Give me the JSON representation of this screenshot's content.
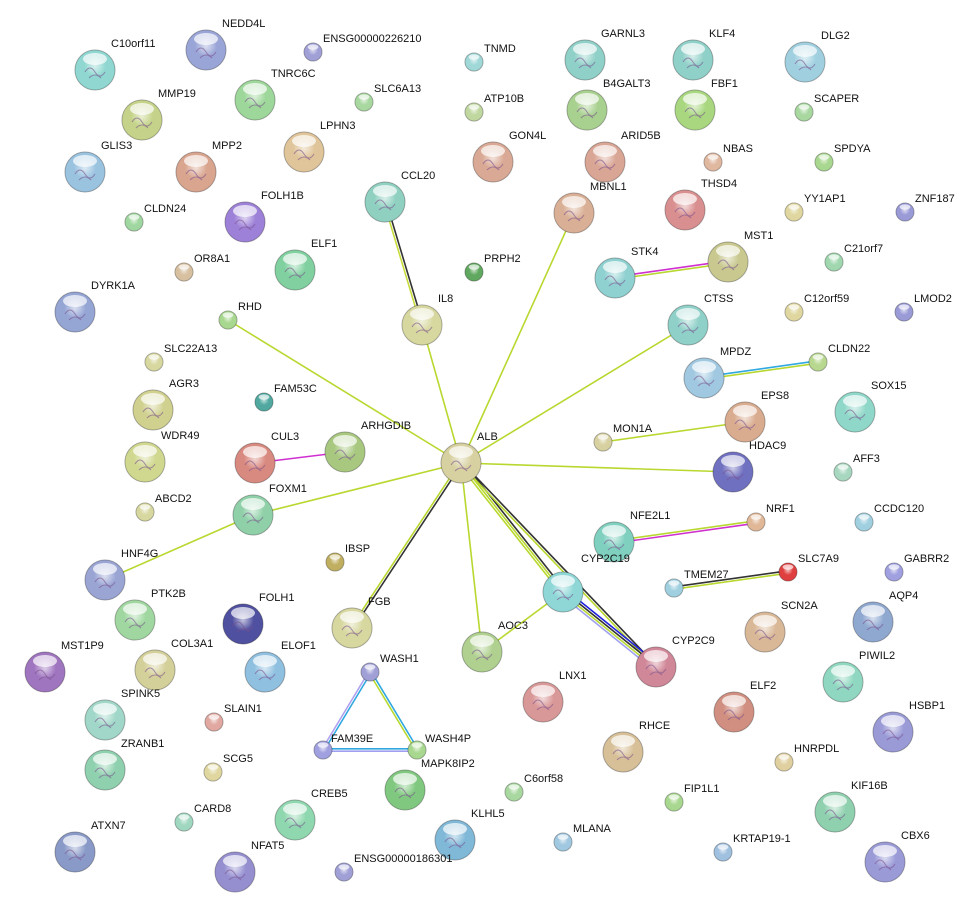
{
  "nodes": [
    {
      "label": "C10orf11",
      "color": "#8fd8d0"
    },
    {
      "label": "NEDD4L",
      "color": "#9aa5d8"
    },
    {
      "label": "TNRC6C",
      "color": "#9ed89a"
    },
    {
      "label": "MMP19",
      "color": "#c5d38a"
    },
    {
      "label": "GLIS3",
      "color": "#9ac3e0"
    },
    {
      "label": "MPP2",
      "color": "#d9a590"
    },
    {
      "label": "LPHN3",
      "color": "#e0c59a"
    },
    {
      "label": "FOLH1B",
      "color": "#9d80d8"
    },
    {
      "label": "ELF1",
      "color": "#80d0a0"
    },
    {
      "label": "DYRK1A",
      "color": "#95a5d5"
    },
    {
      "label": "AGR3",
      "color": "#d0d090"
    },
    {
      "label": "WDR49",
      "color": "#d0d890"
    },
    {
      "label": "CUL3",
      "color": "#d98a80"
    },
    {
      "label": "ARHGDIB",
      "color": "#a8c880"
    },
    {
      "label": "FOXM1",
      "color": "#90d0a8"
    },
    {
      "label": "HNF4G",
      "color": "#9aa5d5"
    },
    {
      "label": "PTK2B",
      "color": "#a0d8a0"
    },
    {
      "label": "FOLH1",
      "color": "#5050a0"
    },
    {
      "label": "MST1P9",
      "color": "#a075c0"
    },
    {
      "label": "COL3A1",
      "color": "#d5d09a"
    },
    {
      "label": "ELOF1",
      "color": "#90c0e0"
    },
    {
      "label": "SPINK5",
      "color": "#a0d8c8"
    },
    {
      "label": "ZRANB1",
      "color": "#90d0b0"
    },
    {
      "label": "CREB5",
      "color": "#90d8b0"
    },
    {
      "label": "ATXN7",
      "color": "#8a9ac8"
    },
    {
      "label": "NFAT5",
      "color": "#9590d0"
    },
    {
      "label": "CCL20",
      "color": "#90d0c0"
    },
    {
      "label": "IL8",
      "color": "#d8d8a0"
    },
    {
      "label": "ALB",
      "color": "#d8d0a0"
    },
    {
      "label": "FGB",
      "color": "#d8d8a0"
    },
    {
      "label": "AOC3",
      "color": "#b0d090"
    },
    {
      "label": "MAPK8IP2",
      "color": "#80c880"
    },
    {
      "label": "KLHL5",
      "color": "#80b8d8"
    },
    {
      "label": "GON4L",
      "color": "#d9aa95"
    },
    {
      "label": "GARNL3",
      "color": "#90d0c8"
    },
    {
      "label": "B4GALT3",
      "color": "#a8d090"
    },
    {
      "label": "ARID5B",
      "color": "#d9a595"
    },
    {
      "label": "MBNL1",
      "color": "#d9b095"
    },
    {
      "label": "THSD4",
      "color": "#d99090"
    },
    {
      "label": "KLF4",
      "color": "#90d0c8"
    },
    {
      "label": "FBF1",
      "color": "#a8d880"
    },
    {
      "label": "DLG2",
      "color": "#a0d0e0"
    },
    {
      "label": "STK4",
      "color": "#90d0d0"
    },
    {
      "label": "MST1",
      "color": "#c8c890"
    },
    {
      "label": "CTSS",
      "color": "#90d0c8"
    },
    {
      "label": "MPDZ",
      "color": "#a0c8e0"
    },
    {
      "label": "EPS8",
      "color": "#d9ac90"
    },
    {
      "label": "SOX15",
      "color": "#90d8c8"
    },
    {
      "label": "HDAC9",
      "color": "#7070c0"
    },
    {
      "label": "NFE2L1",
      "color": "#80d0c0"
    },
    {
      "label": "CYP2C19",
      "color": "#90d8d8"
    },
    {
      "label": "CYP2C9",
      "color": "#d08898"
    },
    {
      "label": "SCN2A",
      "color": "#d9b898"
    },
    {
      "label": "AQP4",
      "color": "#90a8d0"
    },
    {
      "label": "LNX1",
      "color": "#d99898"
    },
    {
      "label": "ELF2",
      "color": "#d09080"
    },
    {
      "label": "PIWIL2",
      "color": "#90d8c0"
    },
    {
      "label": "HSBP1",
      "color": "#9a9ad8"
    },
    {
      "label": "RHCE",
      "color": "#d8c098"
    },
    {
      "label": "KIF16B",
      "color": "#90d0b0"
    },
    {
      "label": "CBX6",
      "color": "#9a9ad8"
    },
    {
      "label": "ENSG00000226210",
      "color": "#a0a0d8"
    },
    {
      "label": "TNMD",
      "color": "#a0d8d8"
    },
    {
      "label": "SLC6A13",
      "color": "#a8d8a0"
    },
    {
      "label": "ATP10B",
      "color": "#c0d8a0"
    },
    {
      "label": "CLDN24",
      "color": "#a0d8a0"
    },
    {
      "label": "OR8A1",
      "color": "#d8c0a0"
    },
    {
      "label": "RHD",
      "color": "#a8d890"
    },
    {
      "label": "PRPH2",
      "color": "#60a860"
    },
    {
      "label": "SLC22A13",
      "color": "#d8d8a0"
    },
    {
      "label": "FAM53C",
      "color": "#50a8a0"
    },
    {
      "label": "ABCD2",
      "color": "#d8d8a0"
    },
    {
      "label": "IBSP",
      "color": "#c0b060"
    },
    {
      "label": "SLAIN1",
      "color": "#e0a8a0"
    },
    {
      "label": "SCG5",
      "color": "#e0d8a0"
    },
    {
      "label": "CARD8",
      "color": "#a0d8c0"
    },
    {
      "label": "ENSG00000186301",
      "color": "#a0a0d8"
    },
    {
      "label": "WASH1",
      "color": "#a0a0d8"
    },
    {
      "label": "FAM39E",
      "color": "#a0a0e0"
    },
    {
      "label": "WASH4P",
      "color": "#a8d890"
    },
    {
      "label": "C6orf58",
      "color": "#a8d8a0"
    },
    {
      "label": "MLANA",
      "color": "#a0c8e0"
    },
    {
      "label": "FIP1L1",
      "color": "#a8d890"
    },
    {
      "label": "KRTAP19-1",
      "color": "#a0c0e0"
    },
    {
      "label": "HNRPDL",
      "color": "#e0d0a0"
    },
    {
      "label": "NBAS",
      "color": "#e0b8a0"
    },
    {
      "label": "SCAPER",
      "color": "#a8d8a0"
    },
    {
      "label": "SPDYA",
      "color": "#a8d890"
    },
    {
      "label": "YY1AP1",
      "color": "#e0d8a0"
    },
    {
      "label": "ZNF187",
      "color": "#9a9ad8"
    },
    {
      "label": "C21orf7",
      "color": "#a0d8b0"
    },
    {
      "label": "C12orf59",
      "color": "#e0d8a0"
    },
    {
      "label": "LMOD2",
      "color": "#9a9ad8"
    },
    {
      "label": "CLDN22",
      "color": "#b8d890"
    },
    {
      "label": "MON1A",
      "color": "#d8d0a0"
    },
    {
      "label": "AFF3",
      "color": "#a8d8c0"
    },
    {
      "label": "NRF1",
      "color": "#e0b898"
    },
    {
      "label": "CCDC120",
      "color": "#a0d0e0"
    },
    {
      "label": "TMEM27",
      "color": "#a0d0e0"
    },
    {
      "label": "SLC7A9",
      "color": "#e04040"
    },
    {
      "label": "GABRR2",
      "color": "#a0a0e0"
    }
  ],
  "edges": [
    {
      "a": "CCL20",
      "b": "IL8",
      "colors": [
        "#333333",
        "#c8dc3c"
      ]
    },
    {
      "a": "IL8",
      "b": "ALB",
      "colors": [
        "#b8d830"
      ]
    },
    {
      "a": "RHD",
      "b": "ALB",
      "colors": [
        "#b8d830"
      ]
    },
    {
      "a": "MBNL1",
      "b": "ALB",
      "colors": [
        "#b8d830"
      ]
    },
    {
      "a": "ARHGDIB",
      "b": "CUL3",
      "colors": [
        "#d030d0"
      ]
    },
    {
      "a": "ALB",
      "b": "FOXM1",
      "colors": [
        "#b8d830"
      ]
    },
    {
      "a": "FOXM1",
      "b": "HNF4G",
      "colors": [
        "#b8d830"
      ]
    },
    {
      "a": "ALB",
      "b": "CTSS",
      "colors": [
        "#b8d830"
      ]
    },
    {
      "a": "ALB",
      "b": "HDAC9",
      "colors": [
        "#b8d830"
      ]
    },
    {
      "a": "MON1A",
      "b": "EPS8",
      "colors": [
        "#b8d830"
      ]
    },
    {
      "a": "MPDZ",
      "b": "CLDN22",
      "colors": [
        "#30a8e0",
        "#b8d830"
      ]
    },
    {
      "a": "STK4",
      "b": "MST1",
      "colors": [
        "#d030d0",
        "#b8d830"
      ]
    },
    {
      "a": "NFE2L1",
      "b": "NRF1",
      "colors": [
        "#b8d830",
        "#d030d0"
      ]
    },
    {
      "a": "TMEM27",
      "b": "SLC7A9",
      "colors": [
        "#333333",
        "#b8d830"
      ]
    },
    {
      "a": "ALB",
      "b": "FGB",
      "colors": [
        "#333333",
        "#b8d830"
      ]
    },
    {
      "a": "ALB",
      "b": "AOC3",
      "colors": [
        "#b8d830"
      ]
    },
    {
      "a": "AOC3",
      "b": "CYP2C19",
      "colors": [
        "#b8d830"
      ]
    },
    {
      "a": "ALB",
      "b": "CYP2C19",
      "colors": [
        "#333333",
        "#b8d830",
        "#b8d830"
      ]
    },
    {
      "a": "ALB",
      "b": "CYP2C9",
      "colors": [
        "#333333",
        "#b8d830"
      ]
    },
    {
      "a": "CYP2C19",
      "b": "CYP2C9",
      "colors": [
        "#2020e0",
        "#333333",
        "#b8d830",
        "#a0a0f0"
      ]
    },
    {
      "a": "WASH1",
      "b": "FAM39E",
      "colors": [
        "#30a8e0",
        "#b0a0f0"
      ]
    },
    {
      "a": "WASH1",
      "b": "WASH4P",
      "colors": [
        "#30a8e0",
        "#b8d830"
      ]
    },
    {
      "a": "FAM39E",
      "b": "WASH4P",
      "colors": [
        "#30a8e0",
        "#a0a0f0"
      ]
    }
  ]
}
